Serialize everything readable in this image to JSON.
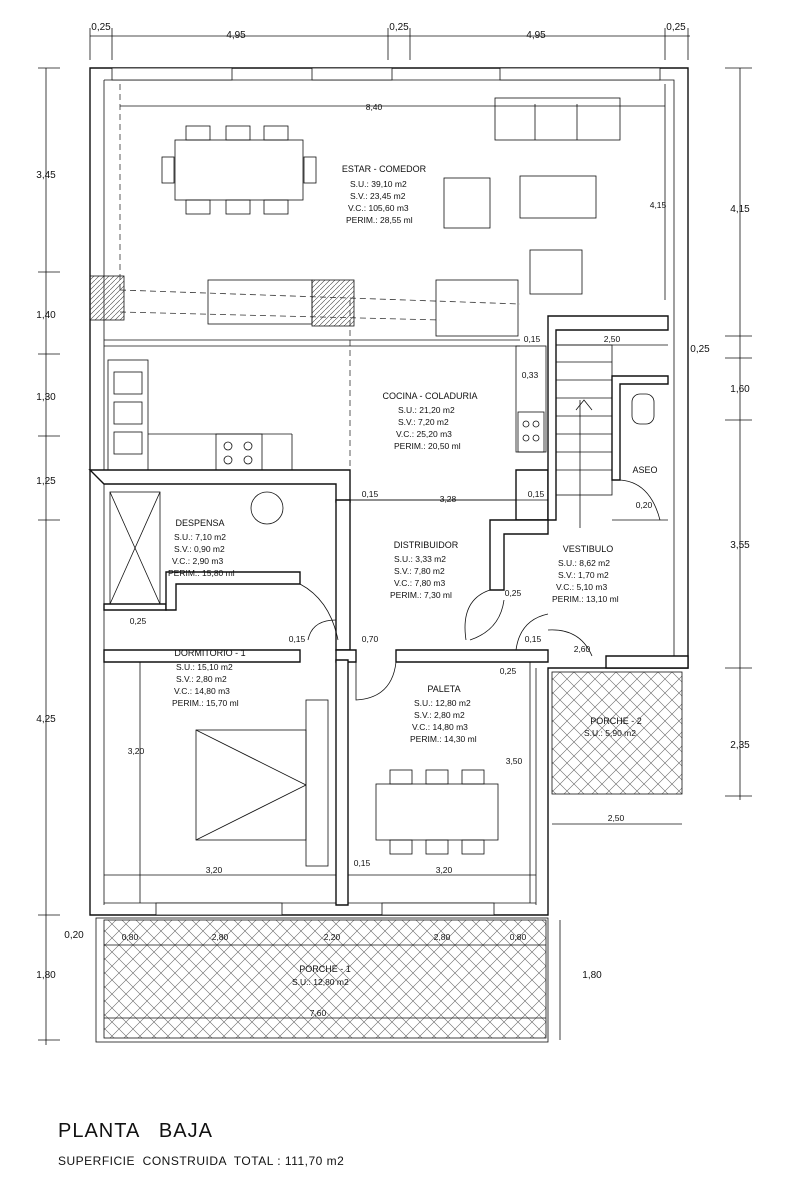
{
  "title": "PLANTA   BAJA",
  "subtitle": "SUPERFICIE  CONSTRUIDA  TOTAL : 111,70 m2",
  "rooms": [
    {
      "name": "ESTAR - COMEDOR",
      "lines": [
        "S.U.: 39,10 m2",
        "S.V.: 23,45 m2",
        "V.C.: 105,60 m3",
        "PERIM.: 28,55 ml"
      ]
    },
    {
      "name": "COCINA - COLADURIA",
      "lines": [
        "S.U.: 21,20 m2",
        "S.V.: 7,20 m2",
        "V.C.: 25,20 m3",
        "PERIM.: 20,50 ml"
      ]
    },
    {
      "name": "DESPENSA",
      "lines": [
        "S.U.: 7,10 m2",
        "S.V.: 0,90 m2",
        "V.C.: 2,90 m3",
        "PERIM.: 15,80 ml"
      ]
    },
    {
      "name": "DISTRIBUIDOR",
      "lines": [
        "S.U.: 3,33 m2",
        "S.V.: 7,80 m2",
        "V.C.: 7,80 m3",
        "PERIM.: 7,30 ml"
      ]
    },
    {
      "name": "VESTIBULO",
      "lines": [
        "S.U.: 8,62 m2",
        "S.V.: 1,70 m2",
        "V.C.: 5,10 m3",
        "PERIM.: 13,10 ml"
      ]
    },
    {
      "name": "DORMITORIO - 1",
      "lines": [
        "S.U.: 15,10 m2",
        "S.V.: 2,80 m2",
        "V.C.: 14,80 m3",
        "PERIM.: 15,70 ml"
      ]
    },
    {
      "name": "PALETA",
      "lines": [
        "S.U.: 12,80 m2",
        "S.V.: 2,80 m2",
        "V.C.: 14,80 m3",
        "PERIM.: 14,30 ml"
      ]
    },
    {
      "name": "PORCHE - 2",
      "lines": [
        "S.U.: 5,90 m2"
      ]
    },
    {
      "name": "PORCHE - 1",
      "lines": [
        "S.U.: 12,80 m2"
      ]
    },
    {
      "name": "ASEO",
      "lines": []
    }
  ],
  "dimensions": {
    "top": [
      "0,25",
      "4,95",
      "0,25",
      "4,95",
      "0,25"
    ],
    "left": [
      "3,45",
      "1,40",
      "1,30",
      "1,25",
      "4,25",
      "0,20",
      "1,80"
    ],
    "right": [
      "4,15",
      "0,25",
      "1,60",
      "3,55",
      "2,35"
    ],
    "inner": {
      "estar_width": "8,40",
      "estar_height": "4,15",
      "stair_width": "2,50",
      "wall_015_a": "0,15",
      "wall_033": "0,33",
      "hall_015_left": "0,15",
      "hall_width": "3,28",
      "hall_015_right": "0,15",
      "aseo_020": "0,20",
      "despensa_025": "0,25",
      "door_015": "0,15",
      "door_070": "0,70",
      "dist_025": "0,25",
      "vest_015": "0,15",
      "vest_260": "2,60",
      "paleta_025": "0,25",
      "dorm_height": "3,20",
      "paleta_height": "3,50",
      "porche2_width": "2,50",
      "dorm_width": "3,20",
      "paleta_015": "0,15",
      "paleta_width": "3,20",
      "porche1_020": "0,20",
      "p1_a": "0,80",
      "p1_b": "2,80",
      "p1_c": "2,20",
      "p1_d": "2,80",
      "p1_e": "0,80",
      "porche1_width": "7,60",
      "porche1_height": "1,80"
    }
  }
}
